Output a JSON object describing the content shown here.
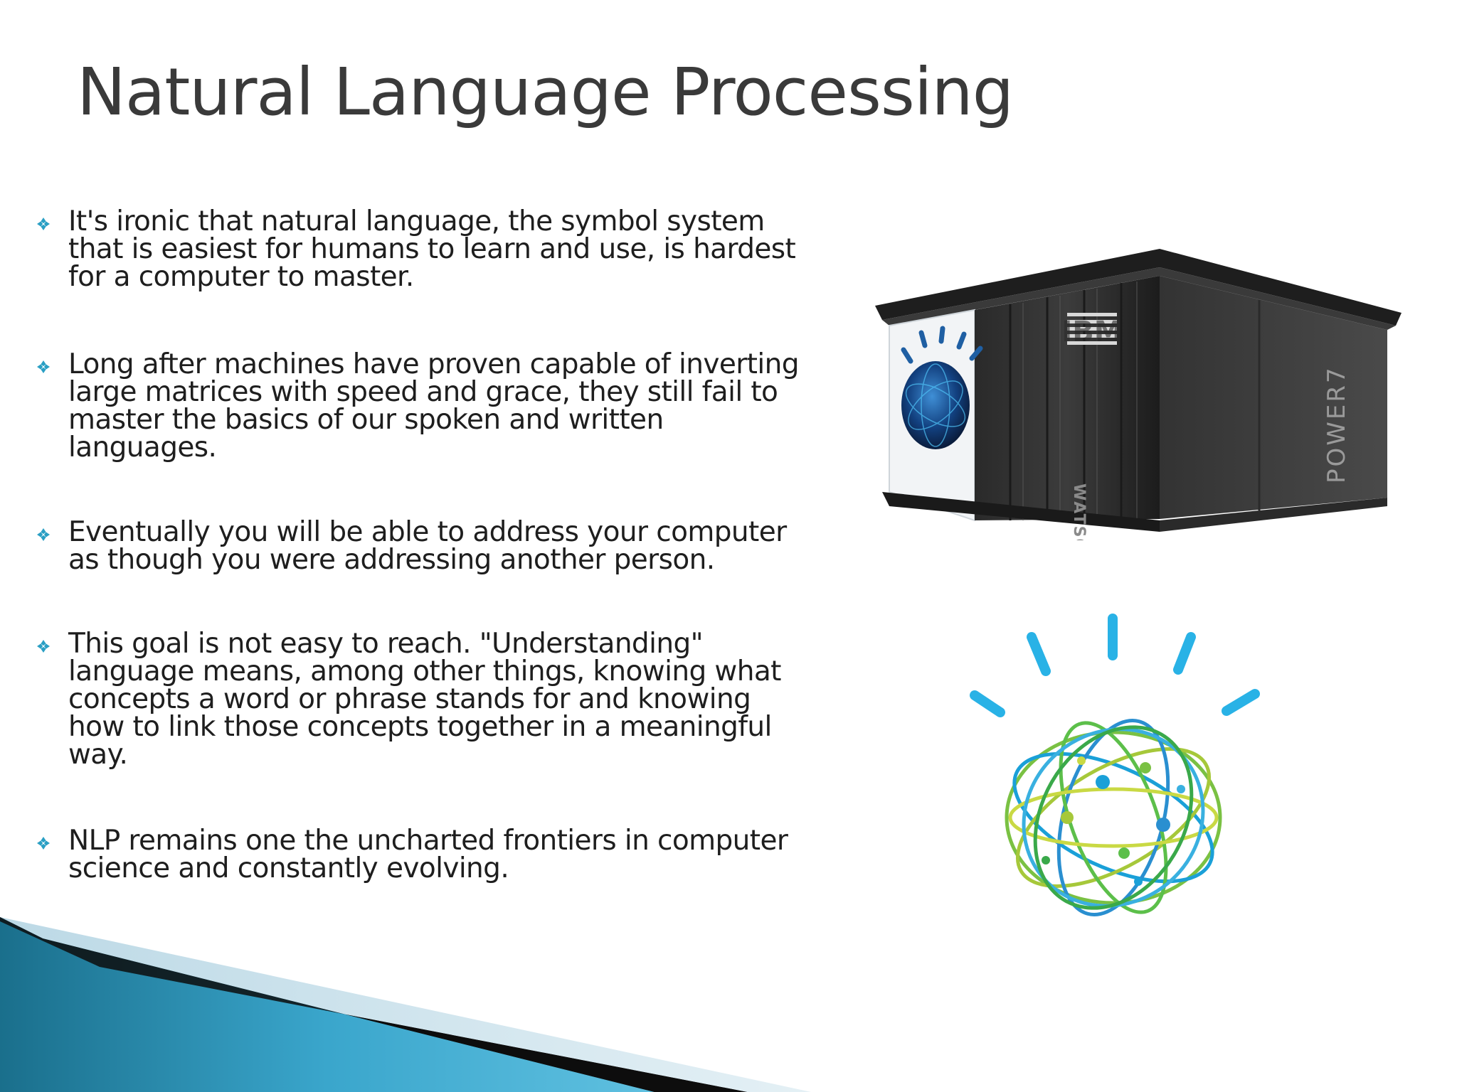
{
  "slide": {
    "title": "Natural Language Processing",
    "bullets": [
      "It's ironic that natural language, the symbol system that is easiest for humans to learn and use, is hardest for a computer to master.",
      "Long after machines have proven capable of inverting large matrices with speed and grace, they still fail to master the basics of our spoken and written languages.",
      "Eventually you will be able to address your computer as though you were addressing another person.",
      "This goal is not easy to reach. \"Understanding\" language means, among other things, knowing what concepts a word or phrase stands for and knowing how to link those concepts together in a meaningful way.",
      "NLP remains one the uncharted frontiers in computer science and constantly evolving."
    ],
    "bullet_icon": "diamond-bullet-icon",
    "watson_image": {
      "brand": "IBM",
      "side_label": "WATSON",
      "panel_label": "POWER7"
    },
    "logo_image": "watson-globe-logo",
    "colors": {
      "accent": "#2a9fc4",
      "title": "#3a3a3a",
      "text": "#1e1e1e"
    }
  }
}
